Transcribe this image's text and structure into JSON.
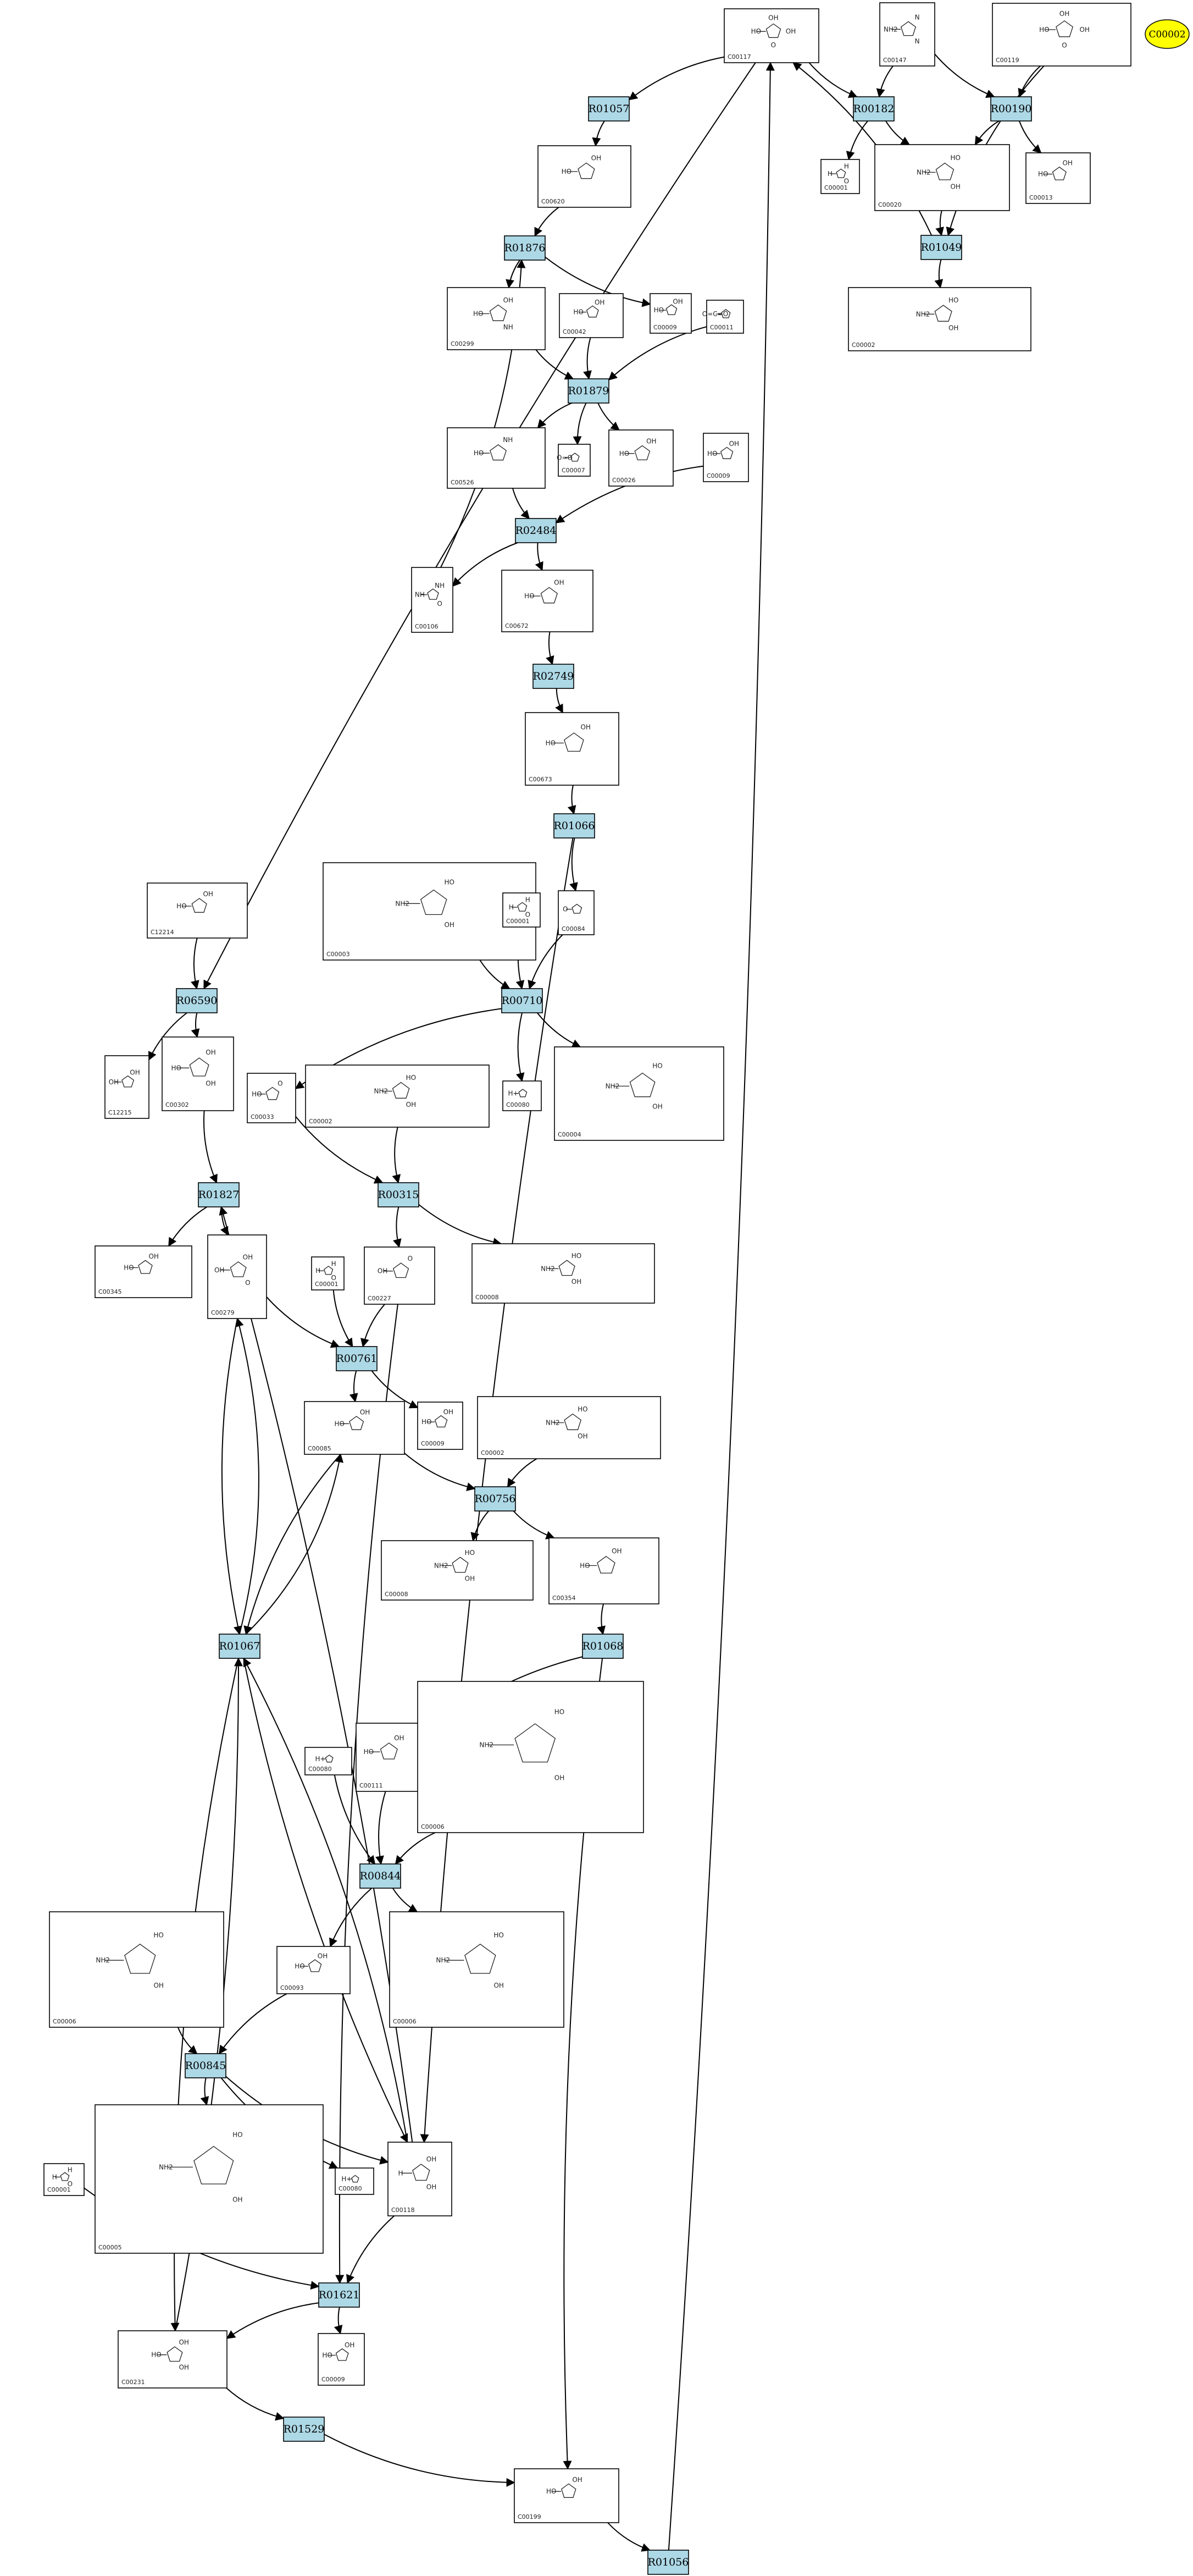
{
  "legend": {
    "label": "C00002",
    "color": "#ffff00"
  },
  "colors": {
    "reaction_fill": "#add8e6",
    "compound_fill": "#ffffff",
    "edge": "#000000"
  },
  "reactions": [
    {
      "id": "R01057",
      "label": "R01057"
    },
    {
      "id": "R00182",
      "label": "R00182"
    },
    {
      "id": "R00190",
      "label": "R00190"
    },
    {
      "id": "R01049",
      "label": "R01049"
    },
    {
      "id": "R01876",
      "label": "R01876"
    },
    {
      "id": "R01879",
      "label": "R01879"
    },
    {
      "id": "R02484",
      "label": "R02484"
    },
    {
      "id": "R02749",
      "label": "R02749"
    },
    {
      "id": "R01066",
      "label": "R01066"
    },
    {
      "id": "R06590",
      "label": "R06590"
    },
    {
      "id": "R00710",
      "label": "R00710"
    },
    {
      "id": "R01827",
      "label": "R01827"
    },
    {
      "id": "R00315",
      "label": "R00315"
    },
    {
      "id": "R00761",
      "label": "R00761"
    },
    {
      "id": "R00756",
      "label": "R00756"
    },
    {
      "id": "R01067",
      "label": "R01067"
    },
    {
      "id": "R01068",
      "label": "R01068"
    },
    {
      "id": "R00844",
      "label": "R00844"
    },
    {
      "id": "R00845",
      "label": "R00845"
    },
    {
      "id": "R01621",
      "label": "R01621"
    },
    {
      "id": "R01529",
      "label": "R01529"
    },
    {
      "id": "R01056",
      "label": "R01056"
    }
  ],
  "compounds": [
    {
      "id": "c00117",
      "label": "C00117",
      "atoms": [
        "HO",
        "OH",
        "OH",
        "O"
      ]
    },
    {
      "id": "c00147",
      "label": "C00147",
      "atoms": [
        "NH2",
        "N",
        "N"
      ]
    },
    {
      "id": "c00119",
      "label": "C00119",
      "atoms": [
        "HO",
        "OH",
        "OH",
        "O"
      ]
    },
    {
      "id": "c00001a",
      "label": "C00001",
      "atoms": [
        "H",
        "H",
        "O"
      ]
    },
    {
      "id": "c00020",
      "label": "C00020",
      "atoms": [
        "NH2",
        "HO",
        "OH"
      ]
    },
    {
      "id": "c00013",
      "label": "C00013",
      "atoms": [
        "HO",
        "OH"
      ]
    },
    {
      "id": "c00002a",
      "label": "C00002",
      "atoms": [
        "NH2",
        "HO",
        "OH"
      ]
    },
    {
      "id": "c00620",
      "label": "C00620",
      "atoms": [
        "HO",
        "OH"
      ]
    },
    {
      "id": "c00299",
      "label": "C00299",
      "atoms": [
        "HO",
        "OH",
        "NH"
      ]
    },
    {
      "id": "c00042",
      "label": "C00042",
      "atoms": [
        "HO",
        "OH"
      ]
    },
    {
      "id": "c00009a",
      "label": "C00009",
      "atoms": [
        "HO",
        "OH"
      ]
    },
    {
      "id": "c00011",
      "label": "C00011",
      "atoms": [
        "O=C=O"
      ]
    },
    {
      "id": "c00526",
      "label": "C00526",
      "atoms": [
        "HO",
        "NH"
      ]
    },
    {
      "id": "c00007",
      "label": "C00007",
      "atoms": [
        "O=O"
      ]
    },
    {
      "id": "c00026",
      "label": "C00026",
      "atoms": [
        "HO",
        "OH"
      ]
    },
    {
      "id": "c00009b",
      "label": "C00009",
      "atoms": [
        "HO",
        "OH"
      ]
    },
    {
      "id": "c00106",
      "label": "C00106",
      "atoms": [
        "NH",
        "NH",
        "O"
      ]
    },
    {
      "id": "c00672",
      "label": "C00672",
      "atoms": [
        "HO",
        "OH"
      ]
    },
    {
      "id": "c00673",
      "label": "C00673",
      "atoms": [
        "HO",
        "OH"
      ]
    },
    {
      "id": "c12214",
      "label": "C12214",
      "atoms": [
        "HO",
        "OH"
      ]
    },
    {
      "id": "c00003",
      "label": "C00003",
      "atoms": [
        "NH2",
        "HO",
        "OH"
      ]
    },
    {
      "id": "c00001b",
      "label": "C00001",
      "atoms": [
        "H",
        "H",
        "O"
      ]
    },
    {
      "id": "c00084",
      "label": "C00084",
      "atoms": [
        "O"
      ]
    },
    {
      "id": "c12215",
      "label": "C12215",
      "atoms": [
        "OH",
        "OH"
      ]
    },
    {
      "id": "c00302",
      "label": "C00302",
      "atoms": [
        "HO",
        "OH",
        "OH"
      ]
    },
    {
      "id": "c00033",
      "label": "C00033",
      "atoms": [
        "HO",
        "O"
      ]
    },
    {
      "id": "c00002b",
      "label": "C00002",
      "atoms": [
        "NH2",
        "HO",
        "OH"
      ]
    },
    {
      "id": "c00080a",
      "label": "C00080",
      "atoms": [
        "H+"
      ]
    },
    {
      "id": "c00004",
      "label": "C00004",
      "atoms": [
        "NH2",
        "HO",
        "OH"
      ]
    },
    {
      "id": "c00345",
      "label": "C00345",
      "atoms": [
        "HO",
        "OH"
      ]
    },
    {
      "id": "c00279",
      "label": "C00279",
      "atoms": [
        "OH",
        "OH",
        "O"
      ]
    },
    {
      "id": "c00001c",
      "label": "C00001",
      "atoms": [
        "H",
        "H",
        "O"
      ]
    },
    {
      "id": "c00227",
      "label": "C00227",
      "atoms": [
        "OH",
        "O"
      ]
    },
    {
      "id": "c00008",
      "label": "C00008",
      "atoms": [
        "NH2",
        "HO",
        "OH"
      ]
    },
    {
      "id": "c00085",
      "label": "C00085",
      "atoms": [
        "HO",
        "OH"
      ]
    },
    {
      "id": "c00009c",
      "label": "C00009",
      "atoms": [
        "HO",
        "OH"
      ]
    },
    {
      "id": "c00002c",
      "label": "C00002",
      "atoms": [
        "NH2",
        "HO",
        "OH"
      ]
    },
    {
      "id": "c00008b",
      "label": "C00008",
      "atoms": [
        "NH2",
        "HO",
        "OH"
      ]
    },
    {
      "id": "c00354",
      "label": "C00354",
      "atoms": [
        "HO",
        "OH"
      ]
    },
    {
      "id": "c00080b",
      "label": "C00080",
      "atoms": [
        "H+"
      ]
    },
    {
      "id": "c00111",
      "label": "C00111",
      "atoms": [
        "HO",
        "OH"
      ]
    },
    {
      "id": "c00006a",
      "label": "C00006",
      "atoms": [
        "NH2",
        "HO",
        "OH"
      ]
    },
    {
      "id": "c00006b",
      "label": "C00006",
      "atoms": [
        "NH2",
        "HO",
        "OH"
      ]
    },
    {
      "id": "c00093",
      "label": "C00093",
      "atoms": [
        "HO",
        "OH"
      ]
    },
    {
      "id": "c00006c",
      "label": "C00006",
      "atoms": [
        "NH2",
        "HO",
        "OH"
      ]
    },
    {
      "id": "c00005",
      "label": "C00005",
      "atoms": [
        "NH2",
        "HO",
        "OH"
      ]
    },
    {
      "id": "c00080c",
      "label": "C00080",
      "atoms": [
        "H+"
      ]
    },
    {
      "id": "c00118",
      "label": "C00118",
      "atoms": [
        "H",
        "OH",
        "OH"
      ]
    },
    {
      "id": "c00001d",
      "label": "C00001",
      "atoms": [
        "H",
        "H",
        "O"
      ]
    },
    {
      "id": "c00231",
      "label": "C00231",
      "atoms": [
        "HO",
        "OH",
        "OH"
      ]
    },
    {
      "id": "c00009d",
      "label": "C00009",
      "atoms": [
        "HO",
        "OH"
      ]
    },
    {
      "id": "c00199",
      "label": "C00199",
      "atoms": [
        "HO",
        "OH"
      ]
    }
  ]
}
